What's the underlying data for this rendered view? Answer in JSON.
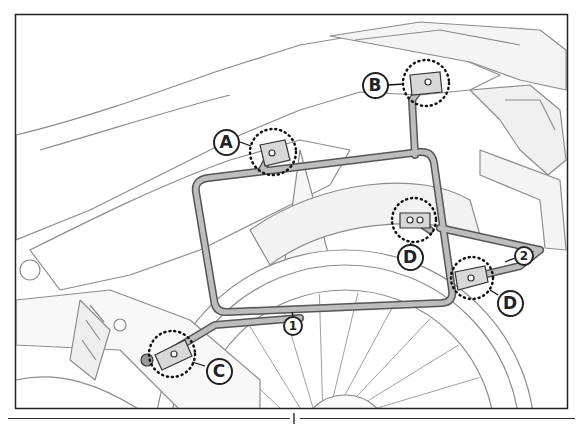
{
  "diagram": {
    "labels": [
      "B",
      "A",
      "D",
      "2",
      "D",
      "1",
      "C"
    ]
  }
}
